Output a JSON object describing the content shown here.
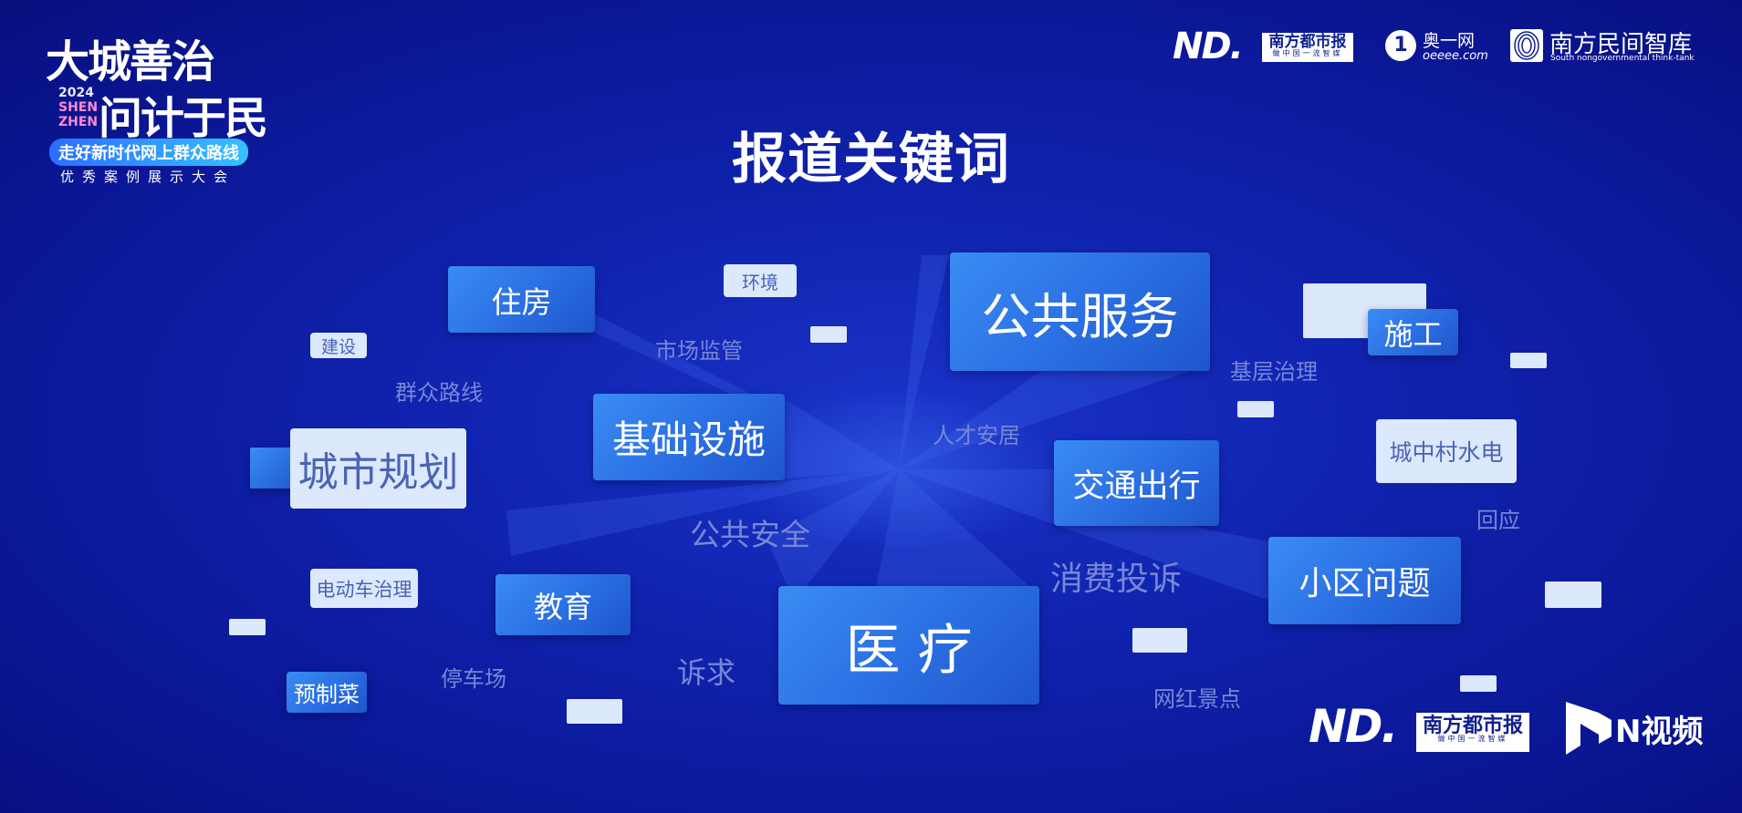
{
  "event_logo": {
    "line1": "大城善治",
    "year": "2024",
    "city_1": "SHEN",
    "city_2": "ZHEN",
    "line2": "问计于民",
    "pill": "走好新时代网上群众路线",
    "subtitle": "优秀案例展示大会"
  },
  "partners": {
    "nd_mark": "ND.",
    "nanfang_paper": "南方都市报",
    "nanfang_slogan": "做中国一流智媒",
    "aoyi_mark": "1",
    "aoyi_name": "奥一网",
    "aoyi_domain": "oeeee.com",
    "thinktank_name": "南方民间智库",
    "thinktank_en": "South nongovernmental think-tank"
  },
  "title": "报道关键词",
  "keywords": {
    "zhufang": "住房",
    "huanjing": "环境",
    "gonggong_fuwu": "公共服务",
    "shigong": "施工",
    "jianshe": "建设",
    "shichang_jianguan": "市场监管",
    "jiceng_zhili": "基层治理",
    "qunzhong_luxian": "群众路线",
    "jichu_sheshi": "基础设施",
    "rencai_anju": "人才安居",
    "chengzhongcun": "城中村水电",
    "chengshi_guihua": "城市规划",
    "jiaotong_chuxing": "交通出行",
    "huiying": "回应",
    "gonggong_anquan": "公共安全",
    "xiaofei_tousu": "消费投诉",
    "xiaoqu_wenti": "小区问题",
    "diandongche": "电动车治理",
    "jiaoyu": "教育",
    "yiliao": "医 疗",
    "yuzhicai": "预制菜",
    "tingchechang": "停车场",
    "suqiu": "诉求",
    "wanghong_jingdian": "网红景点"
  },
  "footer": {
    "nd_mark": "ND.",
    "nanfang_paper": "南方都市报",
    "nanfang_slogan": "做中国一流智媒",
    "nvideo": "N视频"
  },
  "colors": {
    "background": "#1024b0",
    "keyword_blue": "#2a6ee2",
    "keyword_pale": "#dce8fb",
    "ghost_text": "#7787d6"
  }
}
